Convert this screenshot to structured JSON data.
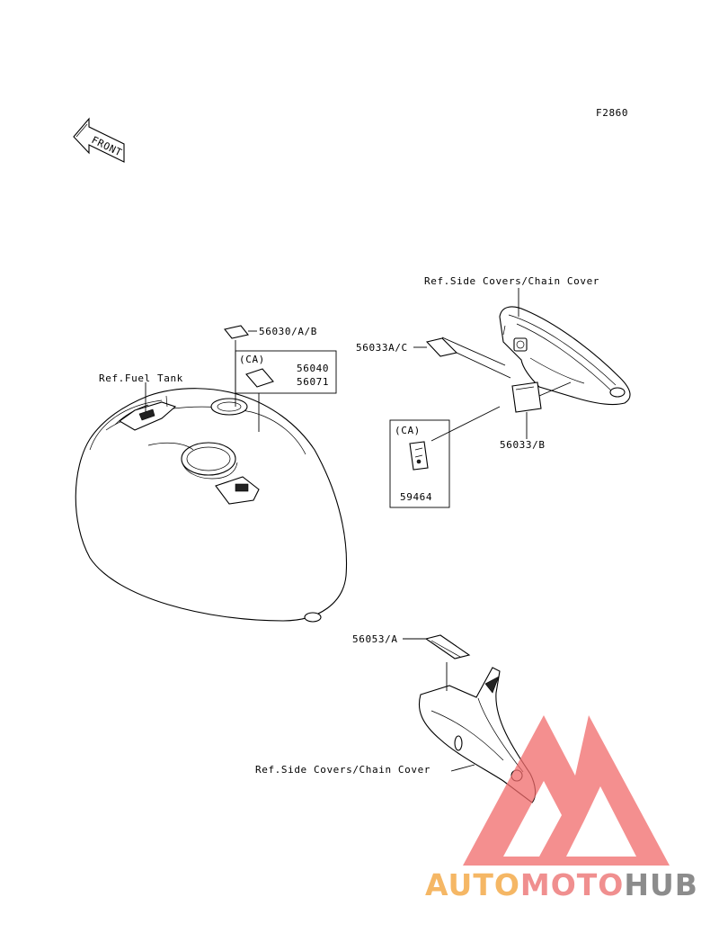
{
  "diagram": {
    "figure_code": "F2860",
    "front_arrow_text": "FRONT",
    "labels": {
      "ref_side_covers_top": "Ref.Side Covers/Chain Cover",
      "ref_side_covers_bottom": "Ref.Side Covers/Chain Cover",
      "ref_fuel_tank": "Ref.Fuel Tank",
      "p56030": "56030/A/B",
      "ca_box1_tag": "(CA)",
      "p56040": "56040",
      "p56071": "56071",
      "p56033_ac": "56033A/C",
      "p56033_b": "56033/B",
      "ca_box2_tag": "(CA)",
      "p59464": "59464",
      "p56053": "56053/A"
    }
  },
  "watermark": {
    "part1": "AUTO",
    "part2": "MOTO",
    "part3": "HUB",
    "colors": {
      "auto": "#f5b765",
      "moto": "#f08f8f",
      "hub": "#8c8c8c",
      "logo": "#f06a6a"
    }
  }
}
